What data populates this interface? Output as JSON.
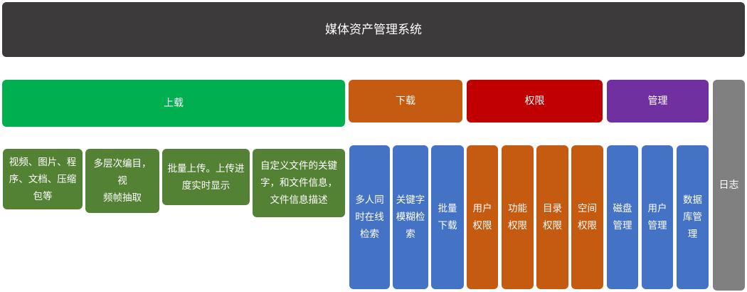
{
  "title": "媒体资产管理系统",
  "colors": {
    "title": "#3d3a3b",
    "upload": "#00b050",
    "download": "#c55a11",
    "permission": "#c00000",
    "manage": "#7030a0",
    "log": "#808080",
    "green_leaf": "#548235",
    "blue_leaf": "#4472c4",
    "orange_leaf": "#c55a11"
  },
  "sections": {
    "upload": {
      "label": "上载",
      "items": [
        "视频、图片、程\n序、文档、压缩\n包等",
        "多层次编目，视\n频帧抽取",
        "批量上传。上传进\n度实时显示",
        "自定义文件的关键\n字，和文件信息，\n文件信息描述"
      ]
    },
    "download": {
      "label": "下载",
      "items": [
        "多人同\n时在线\n检索",
        "关键字\n模糊检\n索",
        "批量\n下载"
      ]
    },
    "permission": {
      "label": "权限",
      "items": [
        "用户\n权限",
        "功能\n权限",
        "目录\n权限",
        "空间\n权限"
      ]
    },
    "manage": {
      "label": "管理",
      "items": [
        "磁盘\n管理",
        "用户\n管理",
        "数据\n库管\n理"
      ]
    },
    "log": {
      "label": "日志"
    }
  }
}
